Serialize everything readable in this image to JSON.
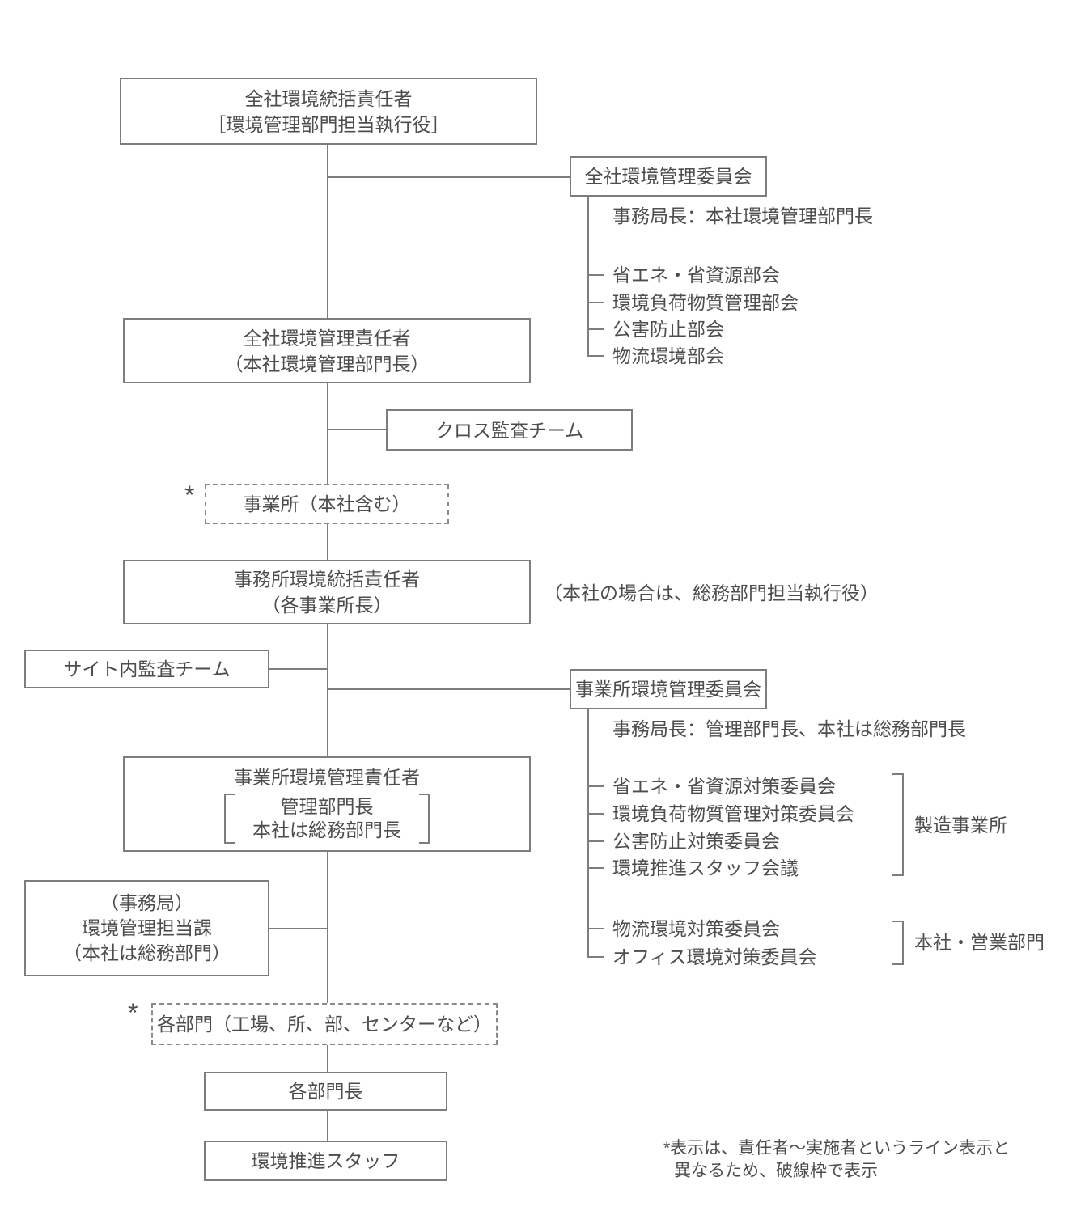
{
  "colors": {
    "line": "#7d7d7d",
    "text": "#4f4c4d",
    "background": "#ffffff"
  },
  "nodes": {
    "top_box": {
      "line1": "全社環境統括責任者",
      "line2": "［環境管理部門担当執行役］"
    },
    "company_committee": {
      "label": "全社環境管理委員会"
    },
    "company_manager": {
      "line1": "全社環境管理責任者",
      "line2": "（本社環境管理部門長）"
    },
    "cross_audit": {
      "label": "クロス監査チーム"
    },
    "site_dashed": {
      "marker": "*",
      "label": "事業所（本社含む）"
    },
    "office_director": {
      "line1": "事務所環境統括責任者",
      "line2": "（各事業所長）"
    },
    "office_note": "（本社の場合は、総務部門担当執行役）",
    "site_audit": {
      "label": "サイト内監査チーム"
    },
    "site_committee": {
      "label": "事業所環境管理委員会"
    },
    "site_manager": {
      "line1": "事業所環境管理責任者",
      "bracket_line1": "管理部門長",
      "bracket_line2": "本社は総務部門長"
    },
    "secretariat_box": {
      "line1": "（事務局）",
      "line2": "環境管理担当課",
      "line3": "（本社は総務部門）"
    },
    "departments_dashed": {
      "marker": "*",
      "label": "各部門（工場、所、部、センターなど）"
    },
    "department_heads": {
      "label": "各部門長"
    },
    "promotion_staff": {
      "label": "環境推進スタッフ"
    }
  },
  "company_committee_detail": {
    "secretariat": "事務局長：本社環境管理部門長",
    "items": [
      "省エネ・省資源部会",
      "環境負荷物質管理部会",
      "公害防止部会",
      "物流環境部会"
    ]
  },
  "site_committee_detail": {
    "secretariat": "事務局長：管理部門長、本社は総務部門長",
    "manufacturing_items": [
      "省エネ・省資源対策委員会",
      "環境負荷物質管理対策委員会",
      "公害防止対策委員会",
      "環境推進スタッフ会議"
    ],
    "manufacturing_label": "製造事業所",
    "office_items": [
      "物流環境対策委員会",
      "オフィス環境対策委員会"
    ],
    "office_label": "本社・営業部門"
  },
  "footnote": {
    "line1": "*表示は、責任者～実施者というライン表示と",
    "line2": "異なるため、破線枠で表示"
  }
}
